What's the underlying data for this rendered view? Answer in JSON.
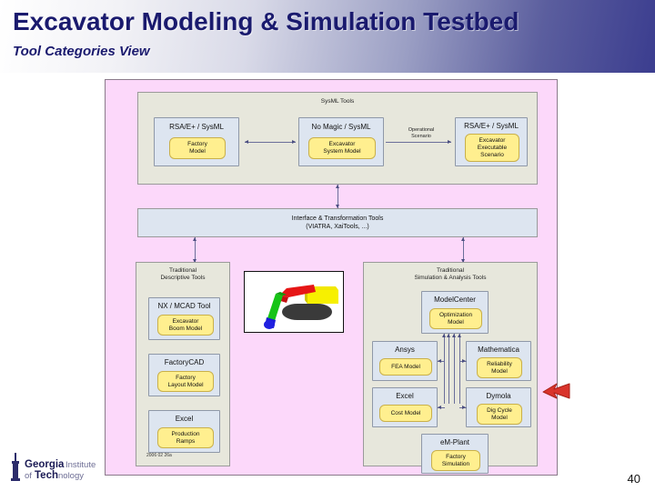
{
  "slide": {
    "title": "Excavator Modeling & Simulation Testbed",
    "subtitle": "Tool Categories View",
    "page_number": "40",
    "datestamp": "2006 02 26a",
    "colors": {
      "banner_dark": "#3b3d8f",
      "title_text": "#1a1a6e",
      "canvas_bg": "#fcd8fa",
      "group_bg": "#e7e7dc",
      "tool_bg": "#dde5f0",
      "model_bg": "#ffef8f",
      "callout_arrow": "#d9342b"
    }
  },
  "diagram": {
    "sysml_group": {
      "title": "SysML Tools",
      "tools": [
        {
          "name": "RSA/E+ / SysML",
          "model": "Factory\nModel"
        },
        {
          "name": "No Magic / SysML",
          "model": "Excavator\nSystem Model"
        },
        {
          "name": "RSA/E+ / SysML",
          "model": "Excavator\nExecutable\nScenario"
        }
      ],
      "connector_label": "Operational\nScenario"
    },
    "interface_band": {
      "line1": "Interface & Transformation Tools",
      "line2": "(VIATRA, XaiTools, ...)"
    },
    "descriptive_group": {
      "title_line1": "Traditional",
      "title_line2": "Descriptive Tools",
      "tools": [
        {
          "name": "NX / MCAD Tool",
          "model": "Excavator\nBoom Model"
        },
        {
          "name": "FactoryCAD",
          "model": "Factory\nLayout Model"
        },
        {
          "name": "Excel",
          "model": "Production\nRamps"
        }
      ]
    },
    "simulation_group": {
      "title_line1": "Traditional",
      "title_line2": "Simulation & Analysis Tools",
      "tools": [
        {
          "name": "ModelCenter",
          "model": "Optimization\nModel"
        },
        {
          "name": "Ansys",
          "model": "FEA Model"
        },
        {
          "name": "Mathematica",
          "model": "Reliability\nModel"
        },
        {
          "name": "Excel",
          "model": "Cost Model"
        },
        {
          "name": "Dymola",
          "model": "Dig Cycle\nModel"
        },
        {
          "name": "eM-Plant",
          "model": "Factory\nSimulation"
        }
      ]
    },
    "excavator_image_alt": "excavator-3d-render"
  },
  "logo": {
    "line1_bold": "Georgia",
    "line1_rest": "Institute",
    "line1_tail": "of",
    "line2_bold": "Tech",
    "line2_rest": "nology"
  }
}
